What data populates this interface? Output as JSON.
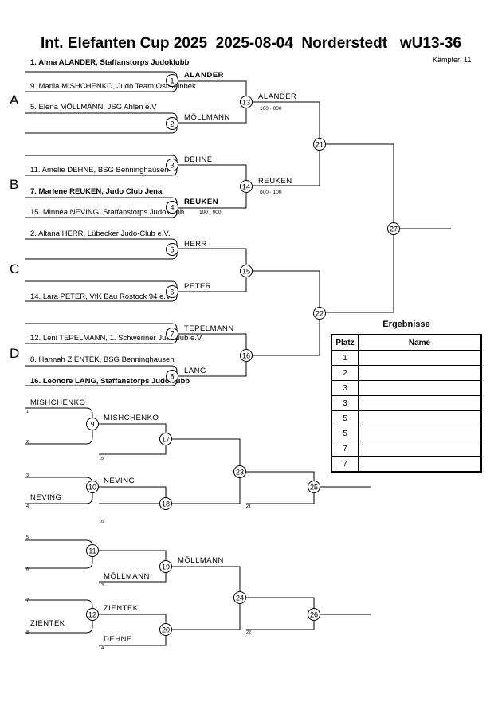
{
  "header": {
    "title": "Int. Elefanten Cup 2025  2025-08-04  Norderstedt   wU13-36",
    "fighters_count": "Kämpfer: 11"
  },
  "pools": [
    "A",
    "B",
    "C",
    "D"
  ],
  "entries": [
    {
      "text": "1. Alma ALANDER, Staffanstorps Judoklubb",
      "bold": true
    },
    {
      "text": "9. Mariia MISHCHENKO, Judo Team Oststeinbek",
      "bold": false
    },
    {
      "text": "5. Elena MÖLLMANN, JSG Ahlen e.V",
      "bold": false
    },
    {
      "text": "11. Amelie DEHNE, BSG Benninghausen",
      "bold": false
    },
    {
      "text": "7. Marlene REUKEN, Judo Club Jena",
      "bold": true
    },
    {
      "text": "15. Minnéa NEVING, Staffanstorps Judoklubb",
      "bold": false
    },
    {
      "text": "2. Altana HERR, Lübecker Judo-Club e.V.",
      "bold": false
    },
    {
      "text": "14. Lara PETER, VfK Bau Rostock 94 e.V.",
      "bold": false
    },
    {
      "text": "12. Leni TEPELMANN, 1. Schweriner Judoclub e.V.",
      "bold": false
    },
    {
      "text": "8. Hannah ZIENTEK, BSG Benninghausen",
      "bold": false
    },
    {
      "text": "16. Leonore LANG, Staffanstorps Judoklubb",
      "bold": true
    }
  ],
  "main_winners": [
    {
      "text": "ALANDER",
      "bold": true
    },
    {
      "text": "MÖLLMANN",
      "bold": false
    },
    {
      "text": "DEHNE",
      "bold": false
    },
    {
      "text": "REUKEN",
      "bold": true
    },
    {
      "text": "HERR",
      "bold": false
    },
    {
      "text": "PETER",
      "bold": false
    },
    {
      "text": "TEPELMANN",
      "bold": false
    },
    {
      "text": "LANG",
      "bold": false
    },
    {
      "text": "ALANDER",
      "bold": false
    },
    {
      "text": "REUKEN",
      "bold": false
    }
  ],
  "scores": [
    "100 · 000",
    "000 · 100",
    "100 · 000"
  ],
  "repechage_names": [
    "MISHCHENKO",
    "NEVING",
    "ZIENTEK",
    "MISHCHENKO",
    "NEVING",
    "MÖLLMANN",
    "ZIENTEK",
    "DEHNE"
  ],
  "small_refs": [
    "1",
    "2",
    "3",
    "4",
    "5",
    "6",
    "7",
    "8",
    "15",
    "16",
    "13",
    "14",
    "21",
    "22"
  ],
  "match_numbers": [
    "1",
    "2",
    "3",
    "4",
    "5",
    "6",
    "7",
    "8",
    "9",
    "10",
    "11",
    "12",
    "13",
    "14",
    "15",
    "16",
    "17",
    "18",
    "19",
    "20",
    "21",
    "22",
    "23",
    "24",
    "25",
    "26",
    "27"
  ],
  "results": {
    "title": "Ergebnisse",
    "header_place": "Platz",
    "header_name": "Name",
    "rows": [
      {
        "place": "1",
        "name": ""
      },
      {
        "place": "2",
        "name": ""
      },
      {
        "place": "3",
        "name": ""
      },
      {
        "place": "3",
        "name": ""
      },
      {
        "place": "5",
        "name": ""
      },
      {
        "place": "5",
        "name": ""
      },
      {
        "place": "7",
        "name": ""
      },
      {
        "place": "7",
        "name": ""
      }
    ]
  }
}
